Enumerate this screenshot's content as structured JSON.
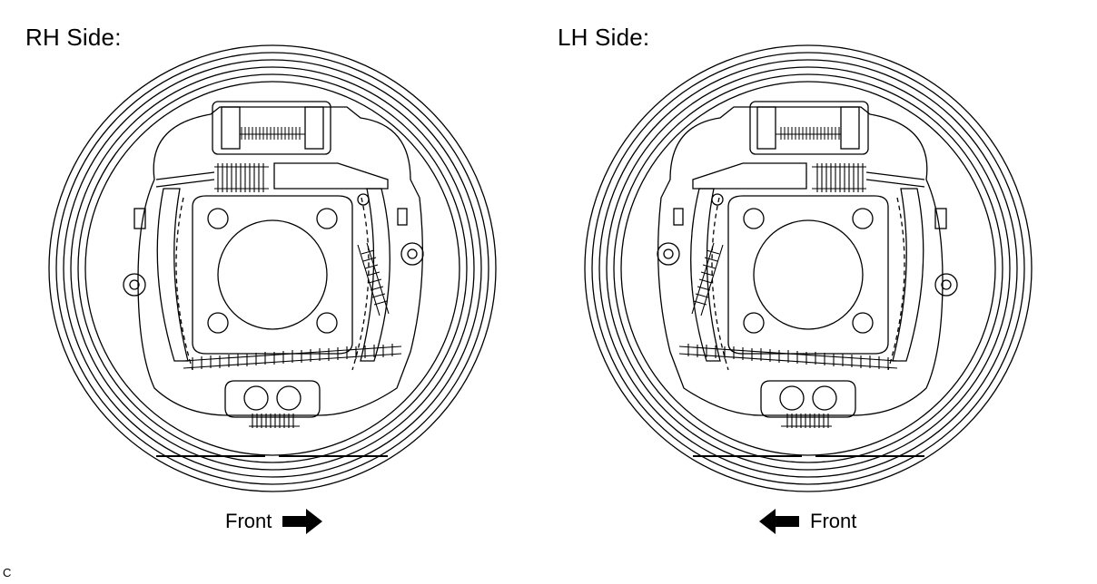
{
  "rh": {
    "title": "RH Side:",
    "front_label": "Front",
    "arrow_direction": "right"
  },
  "lh": {
    "title": "LH Side:",
    "front_label": "Front",
    "arrow_direction": "left"
  },
  "figure_code": "C",
  "colors": {
    "line": "#000000",
    "background": "#ffffff"
  }
}
